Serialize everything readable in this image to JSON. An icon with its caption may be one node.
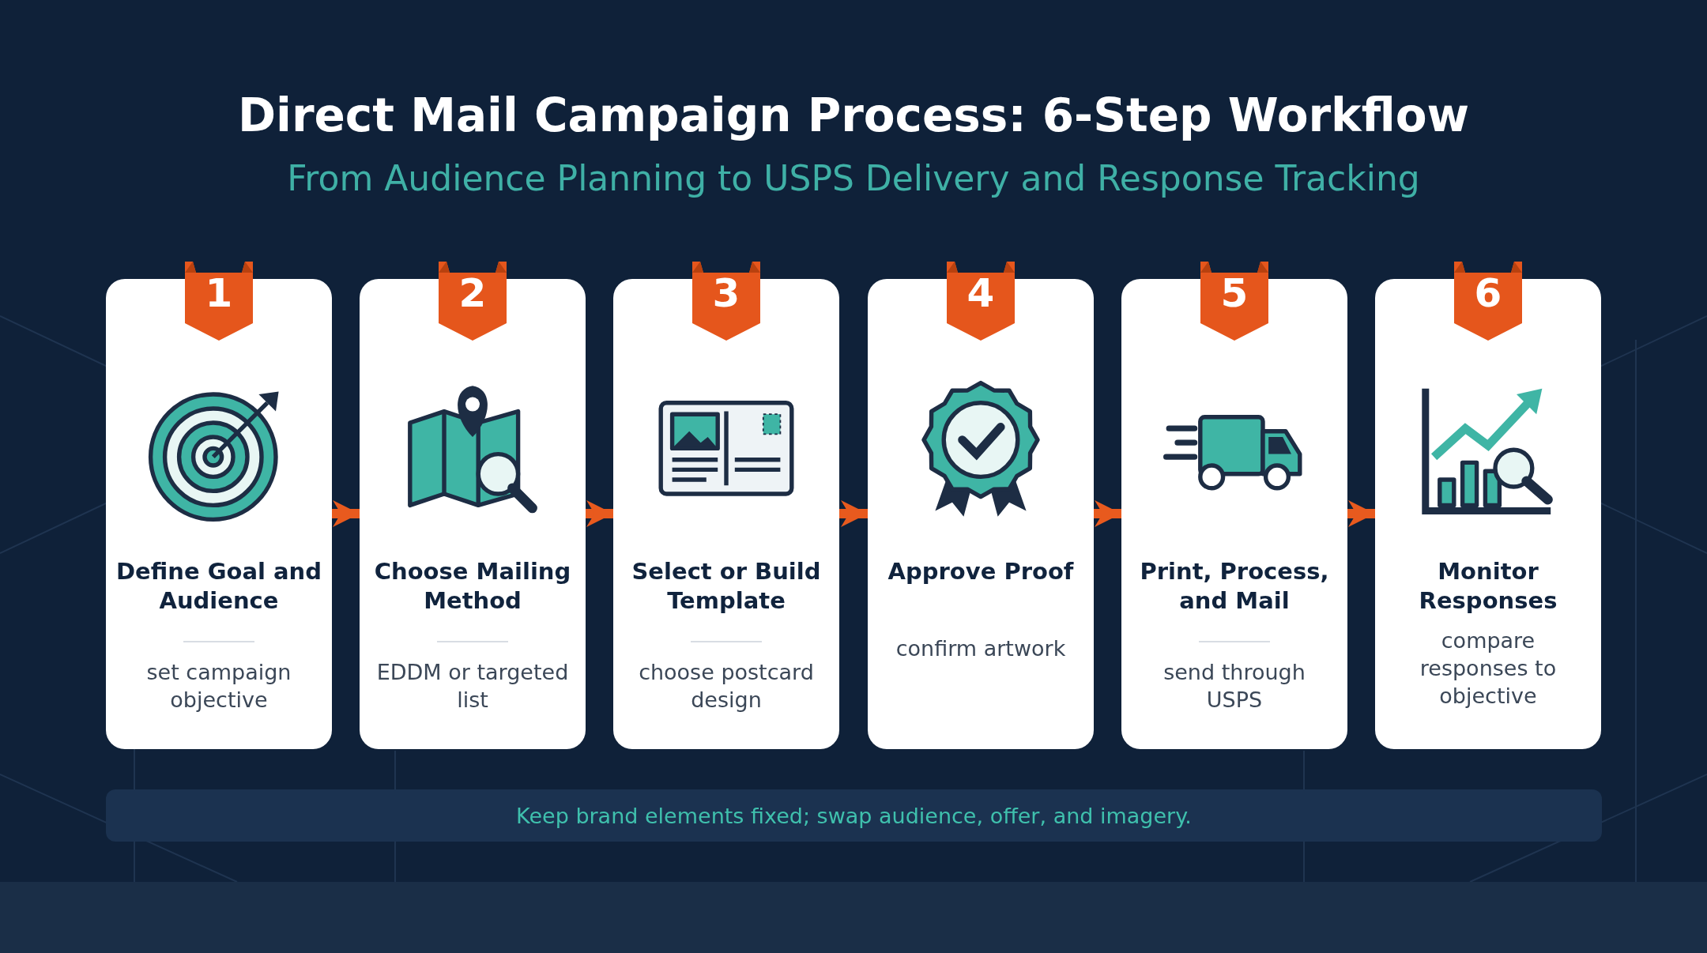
{
  "diagram": {
    "title": "Direct Mail Campaign Process: 6-Step Workflow",
    "nodes": [
      {
        "text": [
          "Define Goal and Audience",
          "set campaign objective"
        ]
      },
      {
        "text": [
          "1"
        ],
        "in": 0
      },
      {
        "text": [
          "Choose Mailing Method",
          "EDDM or targeted list"
        ]
      },
      {
        "text": [
          "2"
        ],
        "in": 2
      },
      {
        "text": [
          "Select or Build Template",
          "choose postcard design"
        ]
      },
      {
        "text": [
          "3"
        ],
        "in": 4
      },
      {
        "text": [
          "Approve Proof",
          "confirm artwork"
        ]
      },
      {
        "text": [
          "4"
        ],
        "in": 6
      },
      {
        "text": [
          "Print, Process, and Mail",
          "send through USPS"
        ]
      },
      {
        "text": [
          "5"
        ],
        "in": 8
      },
      {
        "text": [
          "Monitor Responses",
          "compare responses to objective"
        ]
      },
      {
        "text": [
          "6"
        ],
        "in": 10
      },
      {
        "text": [
          "Keep brand elements fixed; swap audience, offer, and imagery."
        ]
      }
    ],
    "edges": [
      {
        "from": 0,
        "to": 2,
        "arrow": "to"
      },
      {
        "from": 2,
        "to": 4,
        "arrow": "to"
      },
      {
        "from": 4,
        "to": 6,
        "arrow": "to"
      },
      {
        "from": 6,
        "to": 8,
        "arrow": "to"
      },
      {
        "from": 8,
        "to": 10,
        "arrow": "to"
      }
    ],
    "labels": [
      "From Audience Planning to USPS Delivery and Response Tracking"
    ]
  }
}
